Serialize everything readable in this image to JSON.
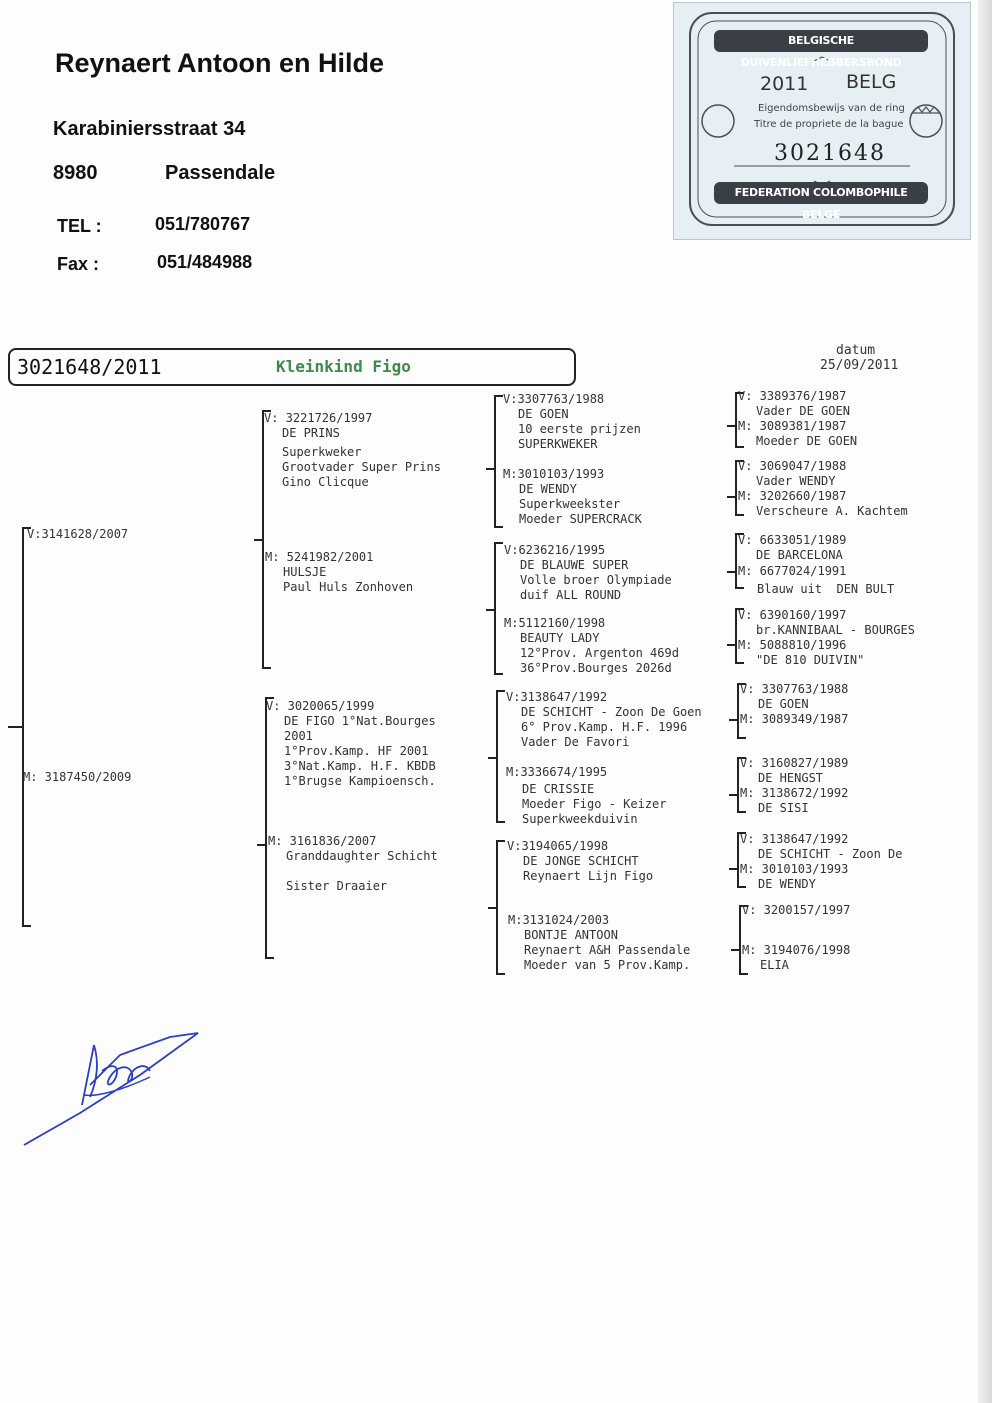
{
  "owner": {
    "name": "Reynaert Antoon en Hilde",
    "street": "Karabiniersstraat 34",
    "postcode": "8980",
    "city": "Passendale",
    "tel_label": "TEL :",
    "tel": "051/780767",
    "fax_label": "Fax :",
    "fax": "051/484988"
  },
  "stamp": {
    "top_banner": "BELGISCHE DUIVENLIEFHEBBERSBOND",
    "year": "2011",
    "country": "BELG",
    "line1": "Eigendomsbewijs van de ring",
    "line2": "Titre de propriete de la bague",
    "number": "3021648",
    "bottom_banner": "FEDERATION COLOMBOPHILE BELGE"
  },
  "header": {
    "ring": "3021648/2011",
    "bird_name": "Kleinkind Figo",
    "date_label": "datum",
    "date": "25/09/2011"
  },
  "pedigree": {
    "sire": "V:3141628/2007",
    "dam": "M: 3187450/2009",
    "gen2": {
      "vv": [
        "V: 3221726/1997",
        "DE PRINS",
        "",
        "Superkweker",
        "Grootvader Super Prins",
        "Gino Clicque"
      ],
      "vm": [
        "M: 5241982/2001",
        "HULSJE",
        "Paul Huls Zonhoven"
      ],
      "mv": [
        "V: 3020065/1999",
        "DE FIGO 1°Nat.Bourges",
        "2001",
        "1°Prov.Kamp. HF 2001",
        "3°Nat.Kamp. H.F. KBDB",
        "1°Brugse Kampioensch."
      ],
      "mm": [
        "M: 3161836/2007",
        "Granddaughter Schicht",
        "",
        "Sister Draaier"
      ]
    },
    "gen3": [
      [
        "V:3307763/1988",
        "DE GOEN",
        "10 eerste prijzen",
        "SUPERKWEKER"
      ],
      [
        "M:3010103/1993",
        "DE WENDY",
        "Superkweekster",
        "Moeder SUPERCRACK"
      ],
      [
        "V:6236216/1995",
        "DE BLAUWE SUPER",
        "Volle broer Olympiade",
        "duif ALL ROUND"
      ],
      [
        "M:5112160/1998",
        "BEAUTY LADY",
        "12°Prov. Argenton 469d",
        "36°Prov.Bourges 2026d"
      ],
      [
        "V:3138647/1992",
        "DE SCHICHT - Zoon De Goen",
        "6° Prov.Kamp. H.F. 1996",
        "Vader De Favori"
      ],
      [
        "M:3336674/1995",
        "DE CRISSIE",
        "Moeder Figo - Keizer",
        "Superkweekduivin"
      ],
      [
        "V:3194065/1998",
        "DE JONGE SCHICHT",
        "Reynaert Lijn Figo"
      ],
      [
        "M:3131024/2003",
        "BONTJE ANTOON",
        "Reynaert A&H Passendale",
        "Moeder van 5 Prov.Kamp."
      ]
    ],
    "gen4": [
      [
        "V: 3389376/1987",
        "Vader DE GOEN"
      ],
      [
        "M: 3089381/1987",
        "Moeder DE GOEN"
      ],
      [
        "V: 3069047/1988",
        "Vader WENDY"
      ],
      [
        "M: 3202660/1987",
        "Verscheure A. Kachtem"
      ],
      [
        "V: 6633051/1989",
        "DE BARCELONA"
      ],
      [
        "M: 6677024/1991",
        "Blauw uit  DEN BULT"
      ],
      [
        "V: 6390160/1997",
        "br.KANNIBAAL - BOURGES"
      ],
      [
        "M: 5088810/1996",
        "\"DE 810 DUIVIN\""
      ],
      [
        "V: 3307763/1988",
        "DE GOEN"
      ],
      [
        "M: 3089349/1987"
      ],
      [
        "V: 3160827/1989",
        "DE HENGST"
      ],
      [
        "M: 3138672/1992",
        "DE SISI"
      ],
      [
        "V: 3138647/1992",
        "DE SCHICHT - Zoon De"
      ],
      [
        "M: 3010103/1993",
        "DE WENDY"
      ],
      [
        "V: 3200157/1997"
      ],
      [
        "M: 3194076/1998",
        "ELIA"
      ]
    ]
  },
  "colors": {
    "bird_name": "#3e8a4a",
    "signature": "#2a3fc4",
    "stamp_bg": "#e6f0f4",
    "date_handwritten": "#3345c8"
  }
}
